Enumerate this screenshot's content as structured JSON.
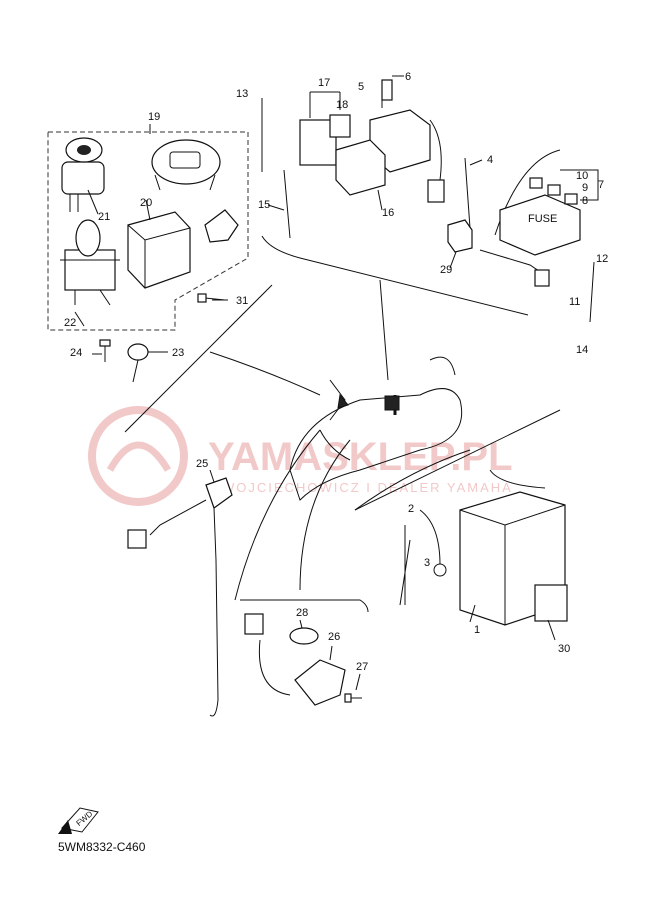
{
  "watermark": {
    "brand": "YAMASKLEP.PL",
    "subtitle": "WOJCIECHOWICZ I DEALER YAMAHA"
  },
  "callouts": [
    "1",
    "2",
    "3",
    "4",
    "5",
    "6",
    "7",
    "8",
    "9",
    "10",
    "11",
    "12",
    "13",
    "14",
    "15",
    "16",
    "17",
    "18",
    "19",
    "20",
    "21",
    "22",
    "23",
    "24",
    "25",
    "26",
    "27",
    "28",
    "29",
    "30",
    "31"
  ],
  "fwd_label": "FWD",
  "diagram_code": "5WM8332-C460"
}
